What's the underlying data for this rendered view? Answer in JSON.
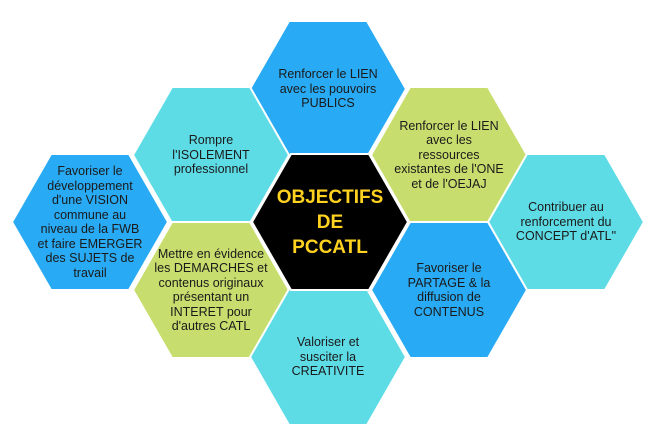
{
  "diagram": {
    "center": {
      "label": "OBJECTIFS\nDE\nPCCATL",
      "fill": "#000000",
      "text_color": "#FFD21F"
    },
    "hexagons": [
      {
        "id": "lien-publics",
        "label": "Renforcer le LIEN\navec les pouvoirs\nPUBLICS",
        "fill": "#29AAF4"
      },
      {
        "id": "isolement",
        "label": "Rompre\nl'ISOLEMENT\nprofessionnel",
        "fill": "#5EDCE6"
      },
      {
        "id": "lien-ressources",
        "label": "Renforcer le LIEN\navec les\nressources\nexistantes de l'ONE\net de l'OEJAJ",
        "fill": "#C7DE6E"
      },
      {
        "id": "vision",
        "label": "Favoriser le\ndéveloppement\nd'une VISION\ncommune au\nniveau de la FWB\net faire EMERGER\ndes SUJETS de\ntravail",
        "fill": "#29AAF4"
      },
      {
        "id": "concept",
        "label": "Contribuer au\nrenforcement du\nCONCEPT d'ATL\"",
        "fill": "#5EDCE6"
      },
      {
        "id": "demarches",
        "label": "Mettre en évidence\nles DEMARCHES et\ncontenus originaux\nprésentant un\nINTERET pour\nd'autres CATL",
        "fill": "#C7DE6E"
      },
      {
        "id": "partage",
        "label": "Favoriser le\nPARTAGE & la\ndiffusion de\nCONTENUS",
        "fill": "#29AAF4"
      },
      {
        "id": "creativite",
        "label": "Valoriser et\nsusciter la\nCREATIVITE",
        "fill": "#5EDCE6"
      }
    ]
  }
}
